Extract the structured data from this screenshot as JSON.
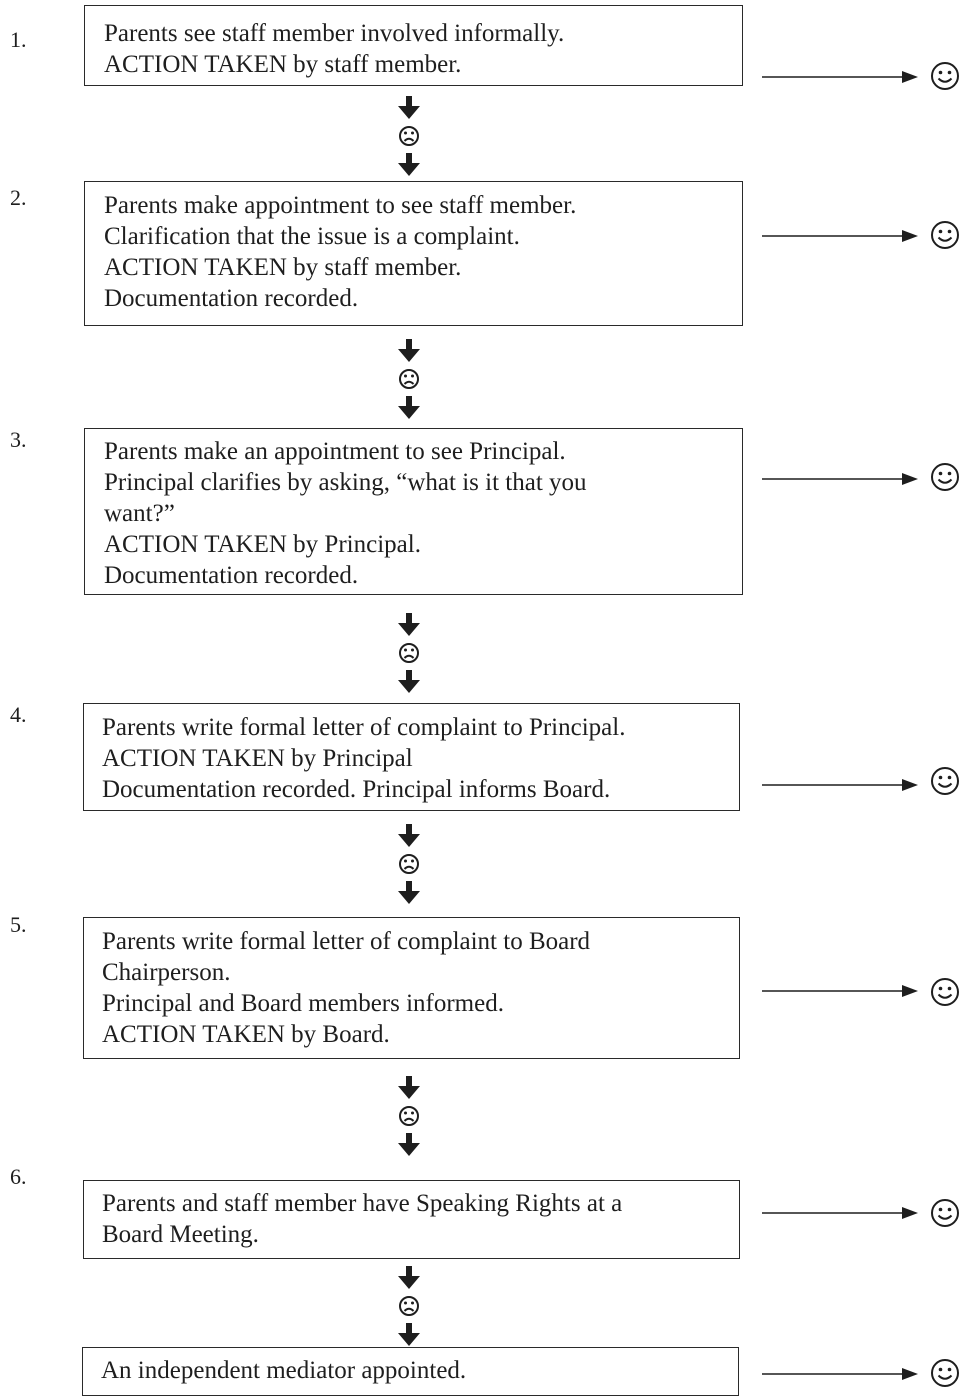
{
  "steps": [
    {
      "number": "1.",
      "lines": [
        "Parents see staff member involved informally.",
        "ACTION TAKEN by staff member."
      ]
    },
    {
      "number": "2.",
      "lines": [
        "Parents make appointment to see staff member.",
        "Clarification that the issue is a complaint.",
        "ACTION TAKEN by staff member.",
        "Documentation recorded."
      ]
    },
    {
      "number": "3.",
      "lines": [
        "Parents make an appointment to see Principal.",
        "Principal clarifies by asking, “what is it that you",
        "want?”",
        "ACTION TAKEN by Principal.",
        "Documentation recorded."
      ]
    },
    {
      "number": "4.",
      "lines": [
        "Parents write formal letter of complaint to Principal.",
        "ACTION TAKEN by Principal",
        "Documentation recorded. Principal informs Board."
      ]
    },
    {
      "number": "5.",
      "lines": [
        "Parents write formal letter of complaint to Board",
        "Chairperson.",
        "Principal and Board members informed.",
        "ACTION TAKEN by Board."
      ]
    },
    {
      "number": "6.",
      "lines": [
        "Parents and staff member have Speaking Rights at a",
        "Board Meeting."
      ]
    },
    {
      "number": "",
      "lines": [
        "An independent mediator appointed."
      ]
    }
  ],
  "icons": {
    "resolved": "smiling-face-icon",
    "unresolved": "frowning-face-icon",
    "next": "down-arrow-icon",
    "outcome": "right-arrow-icon"
  },
  "colors": {
    "ink": "#1e1e1e",
    "background": "#ffffff"
  }
}
